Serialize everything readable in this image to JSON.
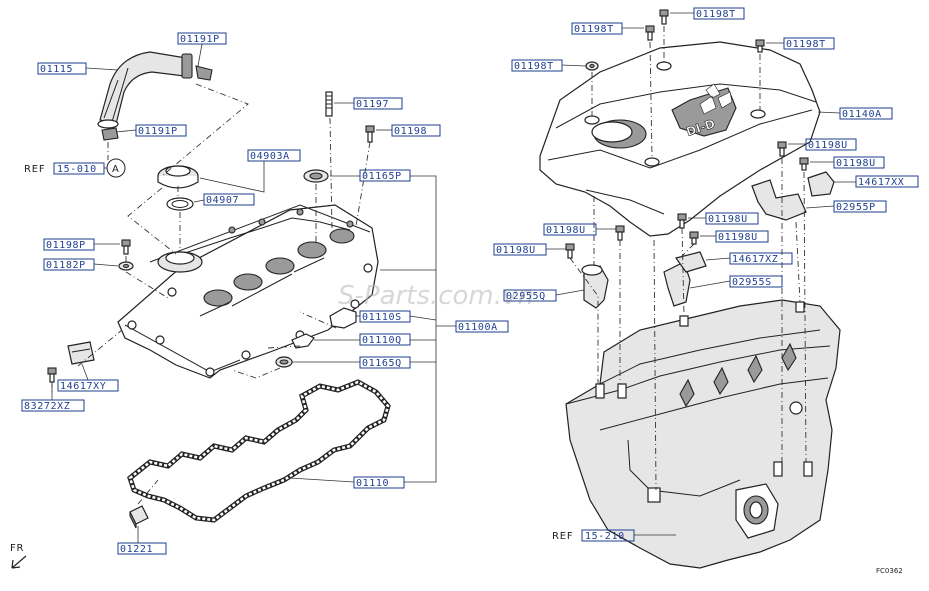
{
  "labels": {
    "p01191P_top": "01191P",
    "p01115": "01115",
    "p01191P_mid": "01191P",
    "ref_15_010": "15-010",
    "ref_word": "REF",
    "circle_a": "A",
    "p04903A": "04903A",
    "p04907": "04907",
    "p01197": "01197",
    "p01198": "01198",
    "p01165P": "01165P",
    "p01198P": "01198P",
    "p01182P": "01182P",
    "p01110S": "01110S",
    "p01100A": "01100A",
    "p01110Q": "01110Q",
    "p01165Q": "01165Q",
    "p14617XY": "14617XY",
    "p83272XZ": "83272XZ",
    "p01110": "01110",
    "p01221": "01221",
    "p01198T_a": "01198T",
    "p01198T_b": "01198T",
    "p01198T_c": "01198T",
    "p01198T_d": "01198T",
    "p01140A": "01140A",
    "p01198U_a": "01198U",
    "p01198U_b": "01198U",
    "p14617XX": "14617XX",
    "p02955P": "02955P",
    "p01198U_c": "01198U",
    "p01198U_d": "01198U",
    "p01198U_e": "01198U",
    "p01198U_f": "01198U",
    "p14617XZ": "14617XZ",
    "p02955Q": "02955Q",
    "p02955S": "02955S",
    "ref_15_210": "15-210",
    "ref_word_2": "REF",
    "fr": "FR",
    "figure_code": "FC0362",
    "watermark": "S-Parts.com.vn",
    "logo_text": "DI-D"
  },
  "colors": {
    "label_text": "#1e3f8f",
    "line": "#222222",
    "watermark": "#b8b8b8"
  }
}
